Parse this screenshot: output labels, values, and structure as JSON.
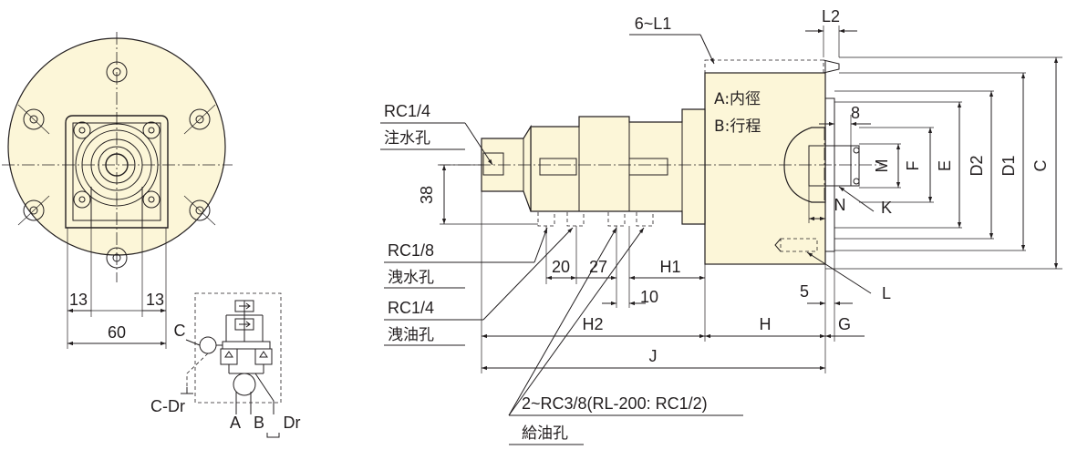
{
  "colors": {
    "body_fill": "#fcf6d8",
    "line": "#231f20",
    "background": "#ffffff"
  },
  "front_view": {
    "dim_13_left": "13",
    "dim_13_right": "13",
    "dim_60": "60"
  },
  "schematic": {
    "port_c": "C",
    "port_c_dr": "C-Dr",
    "port_a": "A",
    "port_b": "B",
    "port_dr": "Dr"
  },
  "side_view": {
    "label_6_l1": "6~L1",
    "label_l2": "L2",
    "legend_a": "A:内徑",
    "legend_b": "B:行程",
    "label_8": "8",
    "label_m": "M",
    "label_f": "F",
    "label_e": "E",
    "label_d2": "D2",
    "label_d1": "D1",
    "label_c": "C",
    "label_n": "N",
    "label_k": "K",
    "label_l": "L",
    "label_5": "5",
    "label_g": "G",
    "label_h": "H",
    "label_h1": "H1",
    "label_h2": "H2",
    "label_j": "J",
    "label_10": "10",
    "label_20": "20",
    "label_27": "27",
    "label_38": "38",
    "rc14_top": "RC1/4",
    "rc14_top_cn": "注水孔",
    "rc18": "RC1/8",
    "rc18_cn": "洩水孔",
    "rc14_bot": "RC1/4",
    "rc14_bot_cn": "洩油孔",
    "rc38": "2~RC3/8(RL-200: RC1/2)",
    "rc38_cn": "給油孔"
  }
}
